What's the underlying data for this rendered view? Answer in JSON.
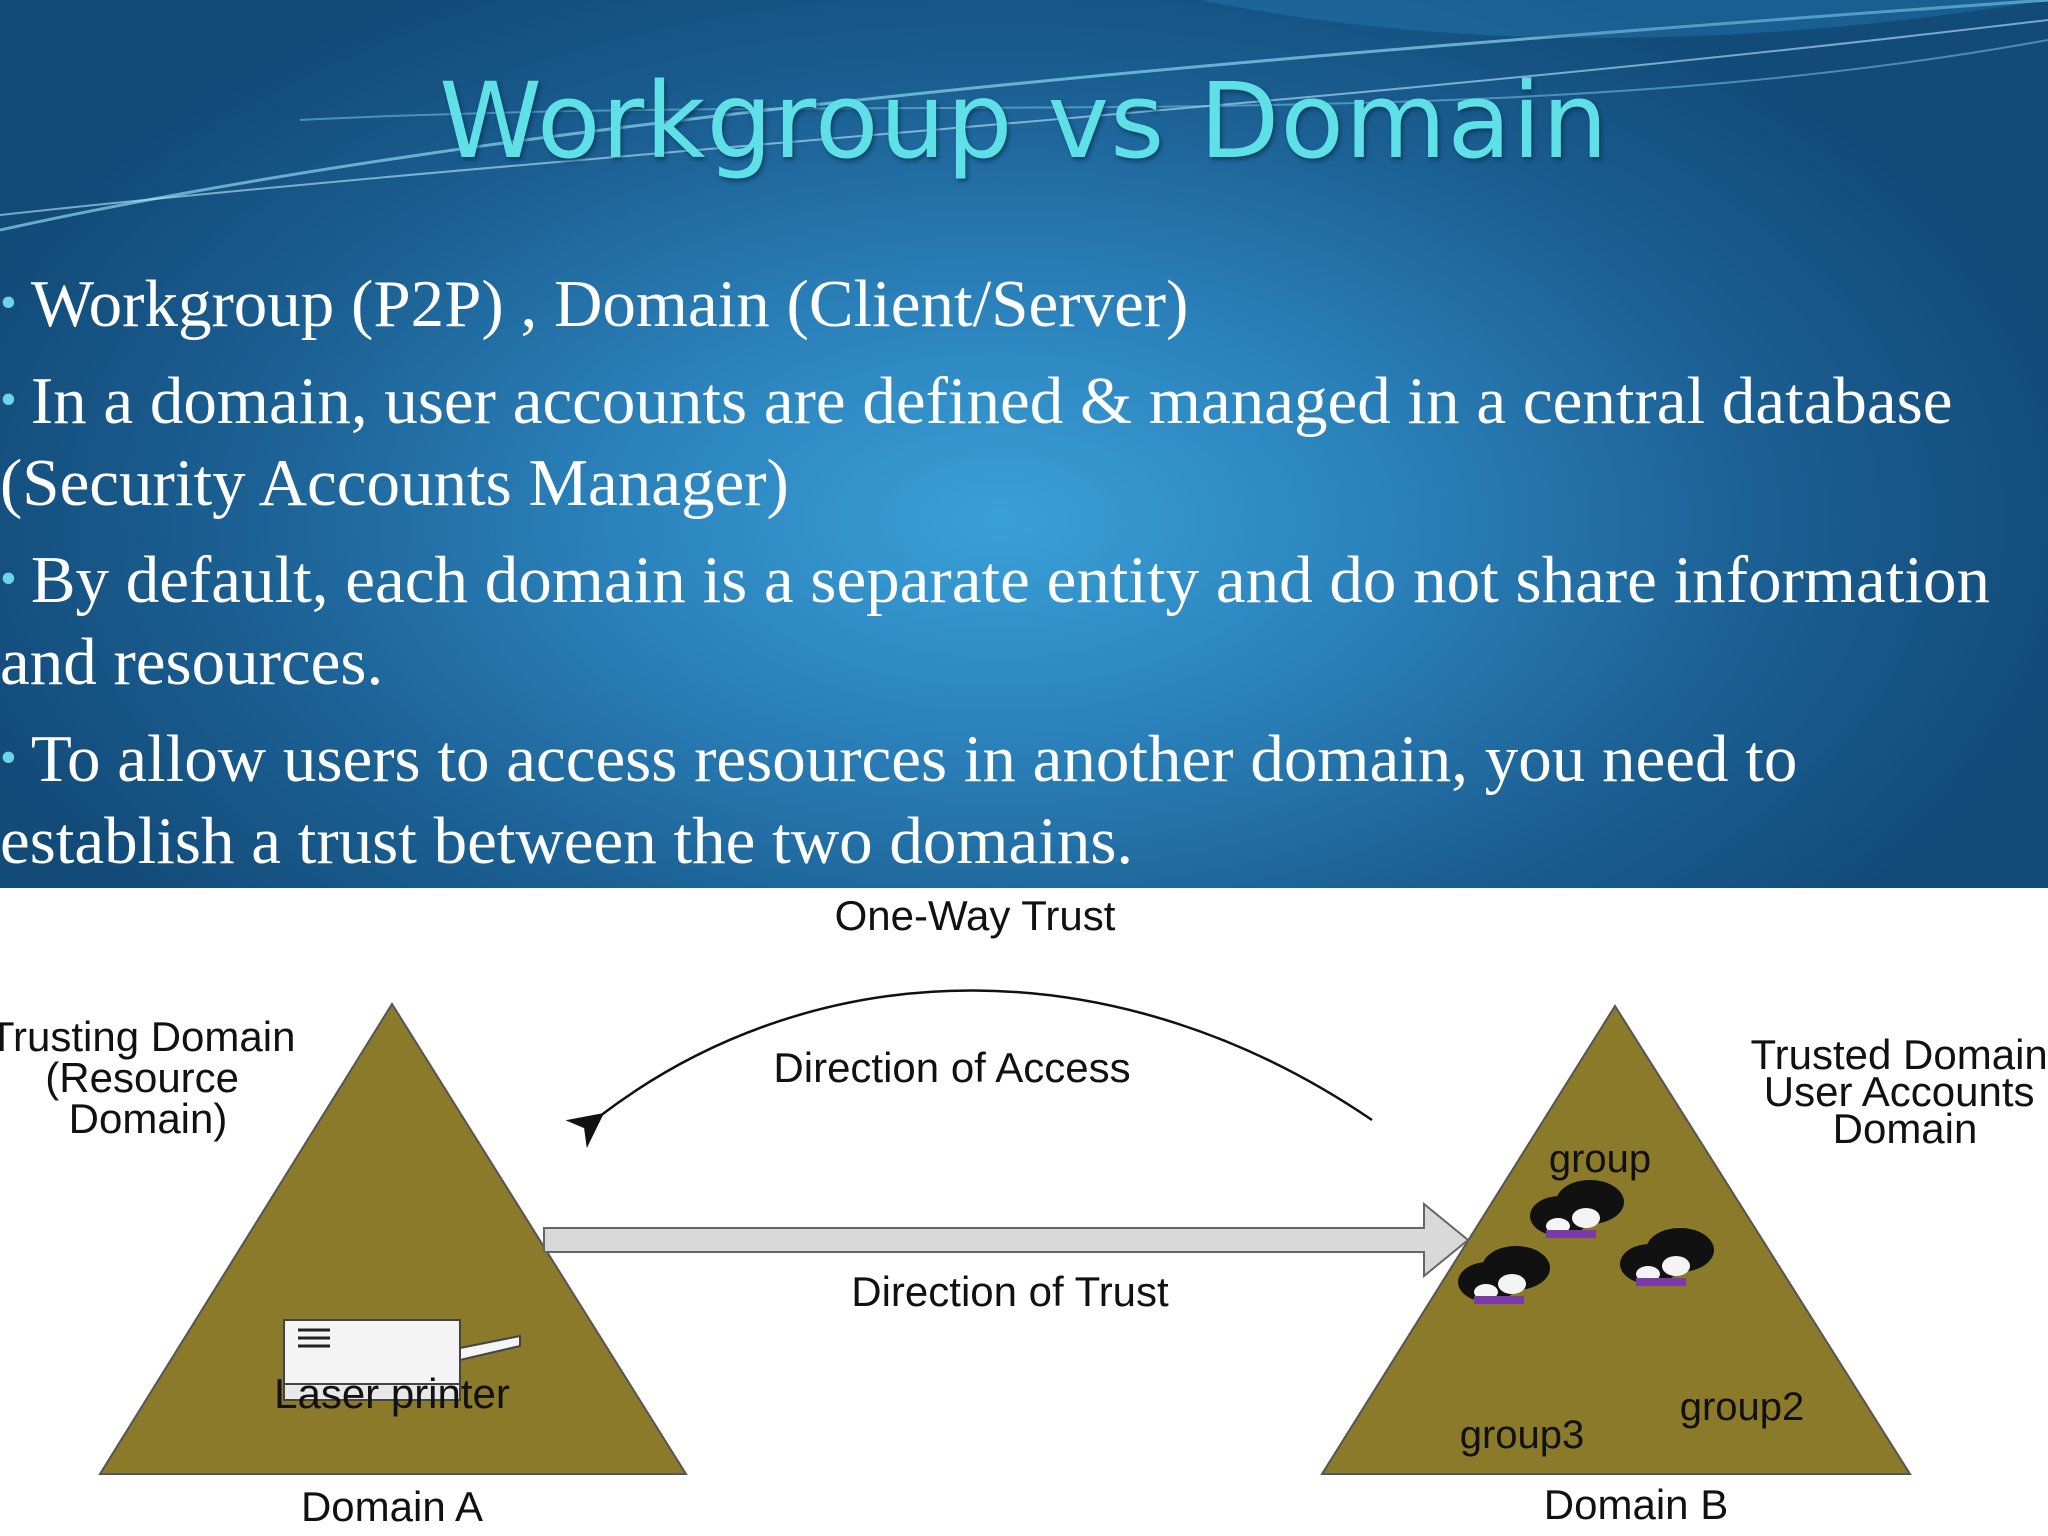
{
  "slide": {
    "title": "Workgroup vs Domain",
    "bullets": [
      "Workgroup (P2P) , Domain (Client/Server)",
      "In a domain, user accounts are defined & managed in a central database (Security Accounts Manager)",
      "By default, each domain is a separate entity and do not share information and resources.",
      "To allow users to access resources in another domain, you need to establish a trust between the two domains."
    ]
  },
  "diagram": {
    "heading": "One-Way Trust",
    "left_label": [
      "Trusting Domain",
      "(Resource",
      "Domain)"
    ],
    "right_label": [
      "Trusted Domain",
      "User Accounts",
      "Domain"
    ],
    "access_label": "Direction of Access",
    "trust_label": "Direction of Trust",
    "printer_label": "Laser printer",
    "group_labels": [
      "group",
      "group2",
      "group3"
    ],
    "domain_a": "Domain A",
    "domain_b": "Domain B"
  },
  "colors": {
    "title": "#5ee0e6",
    "triangle_fill": "#8a7a2a",
    "arrow_fill": "#d9d9d9"
  }
}
